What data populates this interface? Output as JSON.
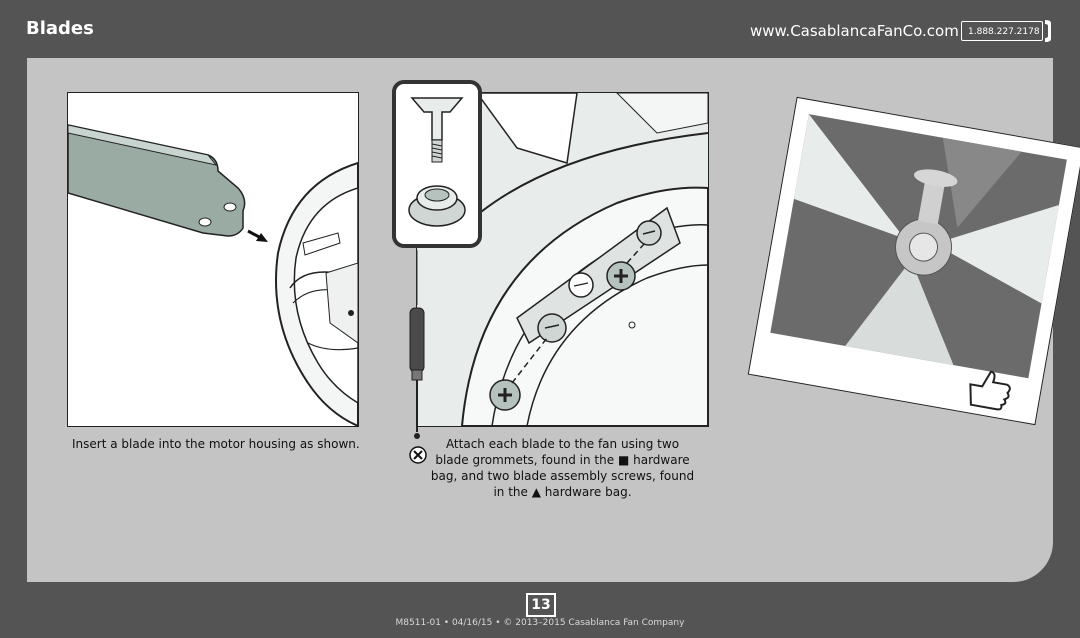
{
  "header": {
    "title": "Blades",
    "url": "www.CasablancaFanCo.com",
    "phone": "1.888.227.2178"
  },
  "steps": [
    {
      "caption": "Insert a blade into the motor housing as shown."
    },
    {
      "caption_line1": "Attach each blade to the fan using two",
      "caption_line2a": "blade grommets, found in the",
      "caption_line2b": "hardware",
      "caption_line3": "bag, and two blade assembly screws, found",
      "caption_line4a": "in the",
      "caption_line4b": "hardware bag.",
      "symbol_square": "■",
      "symbol_triangle": "▲"
    }
  ],
  "page_number": "13",
  "footer": "M8511-01 • 04/16/15 • © 2013–2015 Casablanca Fan Company",
  "colors": {
    "background": "#545454",
    "panel": "#c4c4c4",
    "blade": "#9aaba4"
  },
  "icons": [
    "phone-icon",
    "phillips-screwdriver-icon",
    "thumbs-up-icon"
  ]
}
